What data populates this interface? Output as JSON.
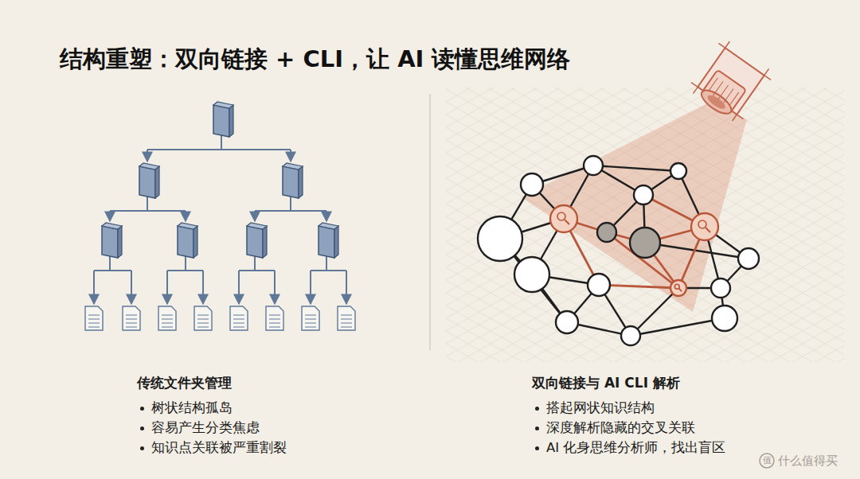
{
  "diagram": {
    "title": "结构重塑：双向链接 + CLI，让 AI 读懂思维网络",
    "labels": [
      "传统文件夹管理",
      "树状结构孤岛",
      "容易产生分类焦虑",
      "知识点关联被严重割裂",
      "双向链接与 AI CLI 解析",
      "搭起网状知识结构",
      "深度解析隐藏的交叉关联",
      "AI 化身思维分析师，找出盲区",
      "值",
      "什么值得买"
    ]
  }
}
